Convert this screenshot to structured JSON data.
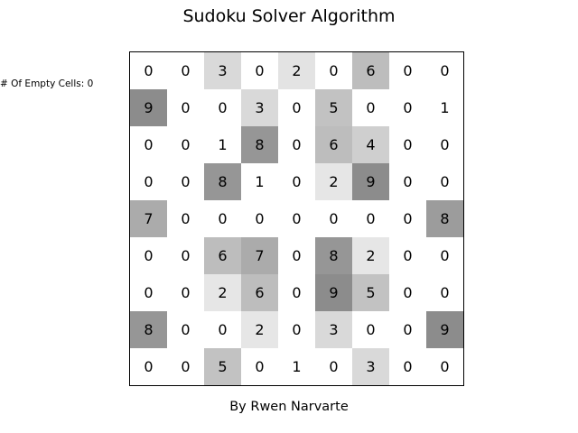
{
  "title": "Sudoku Solver Algorithm",
  "empty_cells_label": "# Of Empty Cells: 0",
  "footer": "By Rwen Narvarte",
  "board": [
    [
      {
        "v": "0",
        "shade": "#ffffff"
      },
      {
        "v": "0",
        "shade": "#ffffff"
      },
      {
        "v": "3",
        "shade": "#d9d9d9"
      },
      {
        "v": "0",
        "shade": "#ffffff"
      },
      {
        "v": "2",
        "shade": "#e3e3e3"
      },
      {
        "v": "0",
        "shade": "#ffffff"
      },
      {
        "v": "6",
        "shade": "#bdbdbd"
      },
      {
        "v": "0",
        "shade": "#ffffff"
      },
      {
        "v": "0",
        "shade": "#ffffff"
      }
    ],
    [
      {
        "v": "9",
        "shade": "#8c8c8c"
      },
      {
        "v": "0",
        "shade": "#ffffff"
      },
      {
        "v": "0",
        "shade": "#ffffff"
      },
      {
        "v": "3",
        "shade": "#d9d9d9"
      },
      {
        "v": "0",
        "shade": "#ffffff"
      },
      {
        "v": "5",
        "shade": "#c2c2c2"
      },
      {
        "v": "0",
        "shade": "#ffffff"
      },
      {
        "v": "0",
        "shade": "#ffffff"
      },
      {
        "v": "1",
        "shade": "#ffffff"
      }
    ],
    [
      {
        "v": "0",
        "shade": "#ffffff"
      },
      {
        "v": "0",
        "shade": "#ffffff"
      },
      {
        "v": "1",
        "shade": "#ffffff"
      },
      {
        "v": "8",
        "shade": "#969696"
      },
      {
        "v": "0",
        "shade": "#ffffff"
      },
      {
        "v": "6",
        "shade": "#bdbdbd"
      },
      {
        "v": "4",
        "shade": "#cfcfcf"
      },
      {
        "v": "0",
        "shade": "#ffffff"
      },
      {
        "v": "0",
        "shade": "#ffffff"
      }
    ],
    [
      {
        "v": "0",
        "shade": "#ffffff"
      },
      {
        "v": "0",
        "shade": "#ffffff"
      },
      {
        "v": "8",
        "shade": "#969696"
      },
      {
        "v": "1",
        "shade": "#ffffff"
      },
      {
        "v": "0",
        "shade": "#ffffff"
      },
      {
        "v": "2",
        "shade": "#e6e6e6"
      },
      {
        "v": "9",
        "shade": "#8c8c8c"
      },
      {
        "v": "0",
        "shade": "#ffffff"
      },
      {
        "v": "0",
        "shade": "#ffffff"
      }
    ],
    [
      {
        "v": "7",
        "shade": "#ababab"
      },
      {
        "v": "0",
        "shade": "#ffffff"
      },
      {
        "v": "0",
        "shade": "#ffffff"
      },
      {
        "v": "0",
        "shade": "#ffffff"
      },
      {
        "v": "0",
        "shade": "#ffffff"
      },
      {
        "v": "0",
        "shade": "#ffffff"
      },
      {
        "v": "0",
        "shade": "#ffffff"
      },
      {
        "v": "0",
        "shade": "#ffffff"
      },
      {
        "v": "8",
        "shade": "#9c9c9c"
      }
    ],
    [
      {
        "v": "0",
        "shade": "#ffffff"
      },
      {
        "v": "0",
        "shade": "#ffffff"
      },
      {
        "v": "6",
        "shade": "#bdbdbd"
      },
      {
        "v": "7",
        "shade": "#ababab"
      },
      {
        "v": "0",
        "shade": "#ffffff"
      },
      {
        "v": "8",
        "shade": "#969696"
      },
      {
        "v": "2",
        "shade": "#e6e6e6"
      },
      {
        "v": "0",
        "shade": "#ffffff"
      },
      {
        "v": "0",
        "shade": "#ffffff"
      }
    ],
    [
      {
        "v": "0",
        "shade": "#ffffff"
      },
      {
        "v": "0",
        "shade": "#ffffff"
      },
      {
        "v": "2",
        "shade": "#e6e6e6"
      },
      {
        "v": "6",
        "shade": "#bdbdbd"
      },
      {
        "v": "0",
        "shade": "#ffffff"
      },
      {
        "v": "9",
        "shade": "#8c8c8c"
      },
      {
        "v": "5",
        "shade": "#c2c2c2"
      },
      {
        "v": "0",
        "shade": "#ffffff"
      },
      {
        "v": "0",
        "shade": "#ffffff"
      }
    ],
    [
      {
        "v": "8",
        "shade": "#969696"
      },
      {
        "v": "0",
        "shade": "#ffffff"
      },
      {
        "v": "0",
        "shade": "#ffffff"
      },
      {
        "v": "2",
        "shade": "#e6e6e6"
      },
      {
        "v": "0",
        "shade": "#ffffff"
      },
      {
        "v": "3",
        "shade": "#d9d9d9"
      },
      {
        "v": "0",
        "shade": "#ffffff"
      },
      {
        "v": "0",
        "shade": "#ffffff"
      },
      {
        "v": "9",
        "shade": "#8c8c8c"
      }
    ],
    [
      {
        "v": "0",
        "shade": "#ffffff"
      },
      {
        "v": "0",
        "shade": "#ffffff"
      },
      {
        "v": "5",
        "shade": "#c2c2c2"
      },
      {
        "v": "0",
        "shade": "#ffffff"
      },
      {
        "v": "1",
        "shade": "#ffffff"
      },
      {
        "v": "0",
        "shade": "#ffffff"
      },
      {
        "v": "3",
        "shade": "#d9d9d9"
      },
      {
        "v": "0",
        "shade": "#ffffff"
      },
      {
        "v": "0",
        "shade": "#ffffff"
      }
    ]
  ]
}
